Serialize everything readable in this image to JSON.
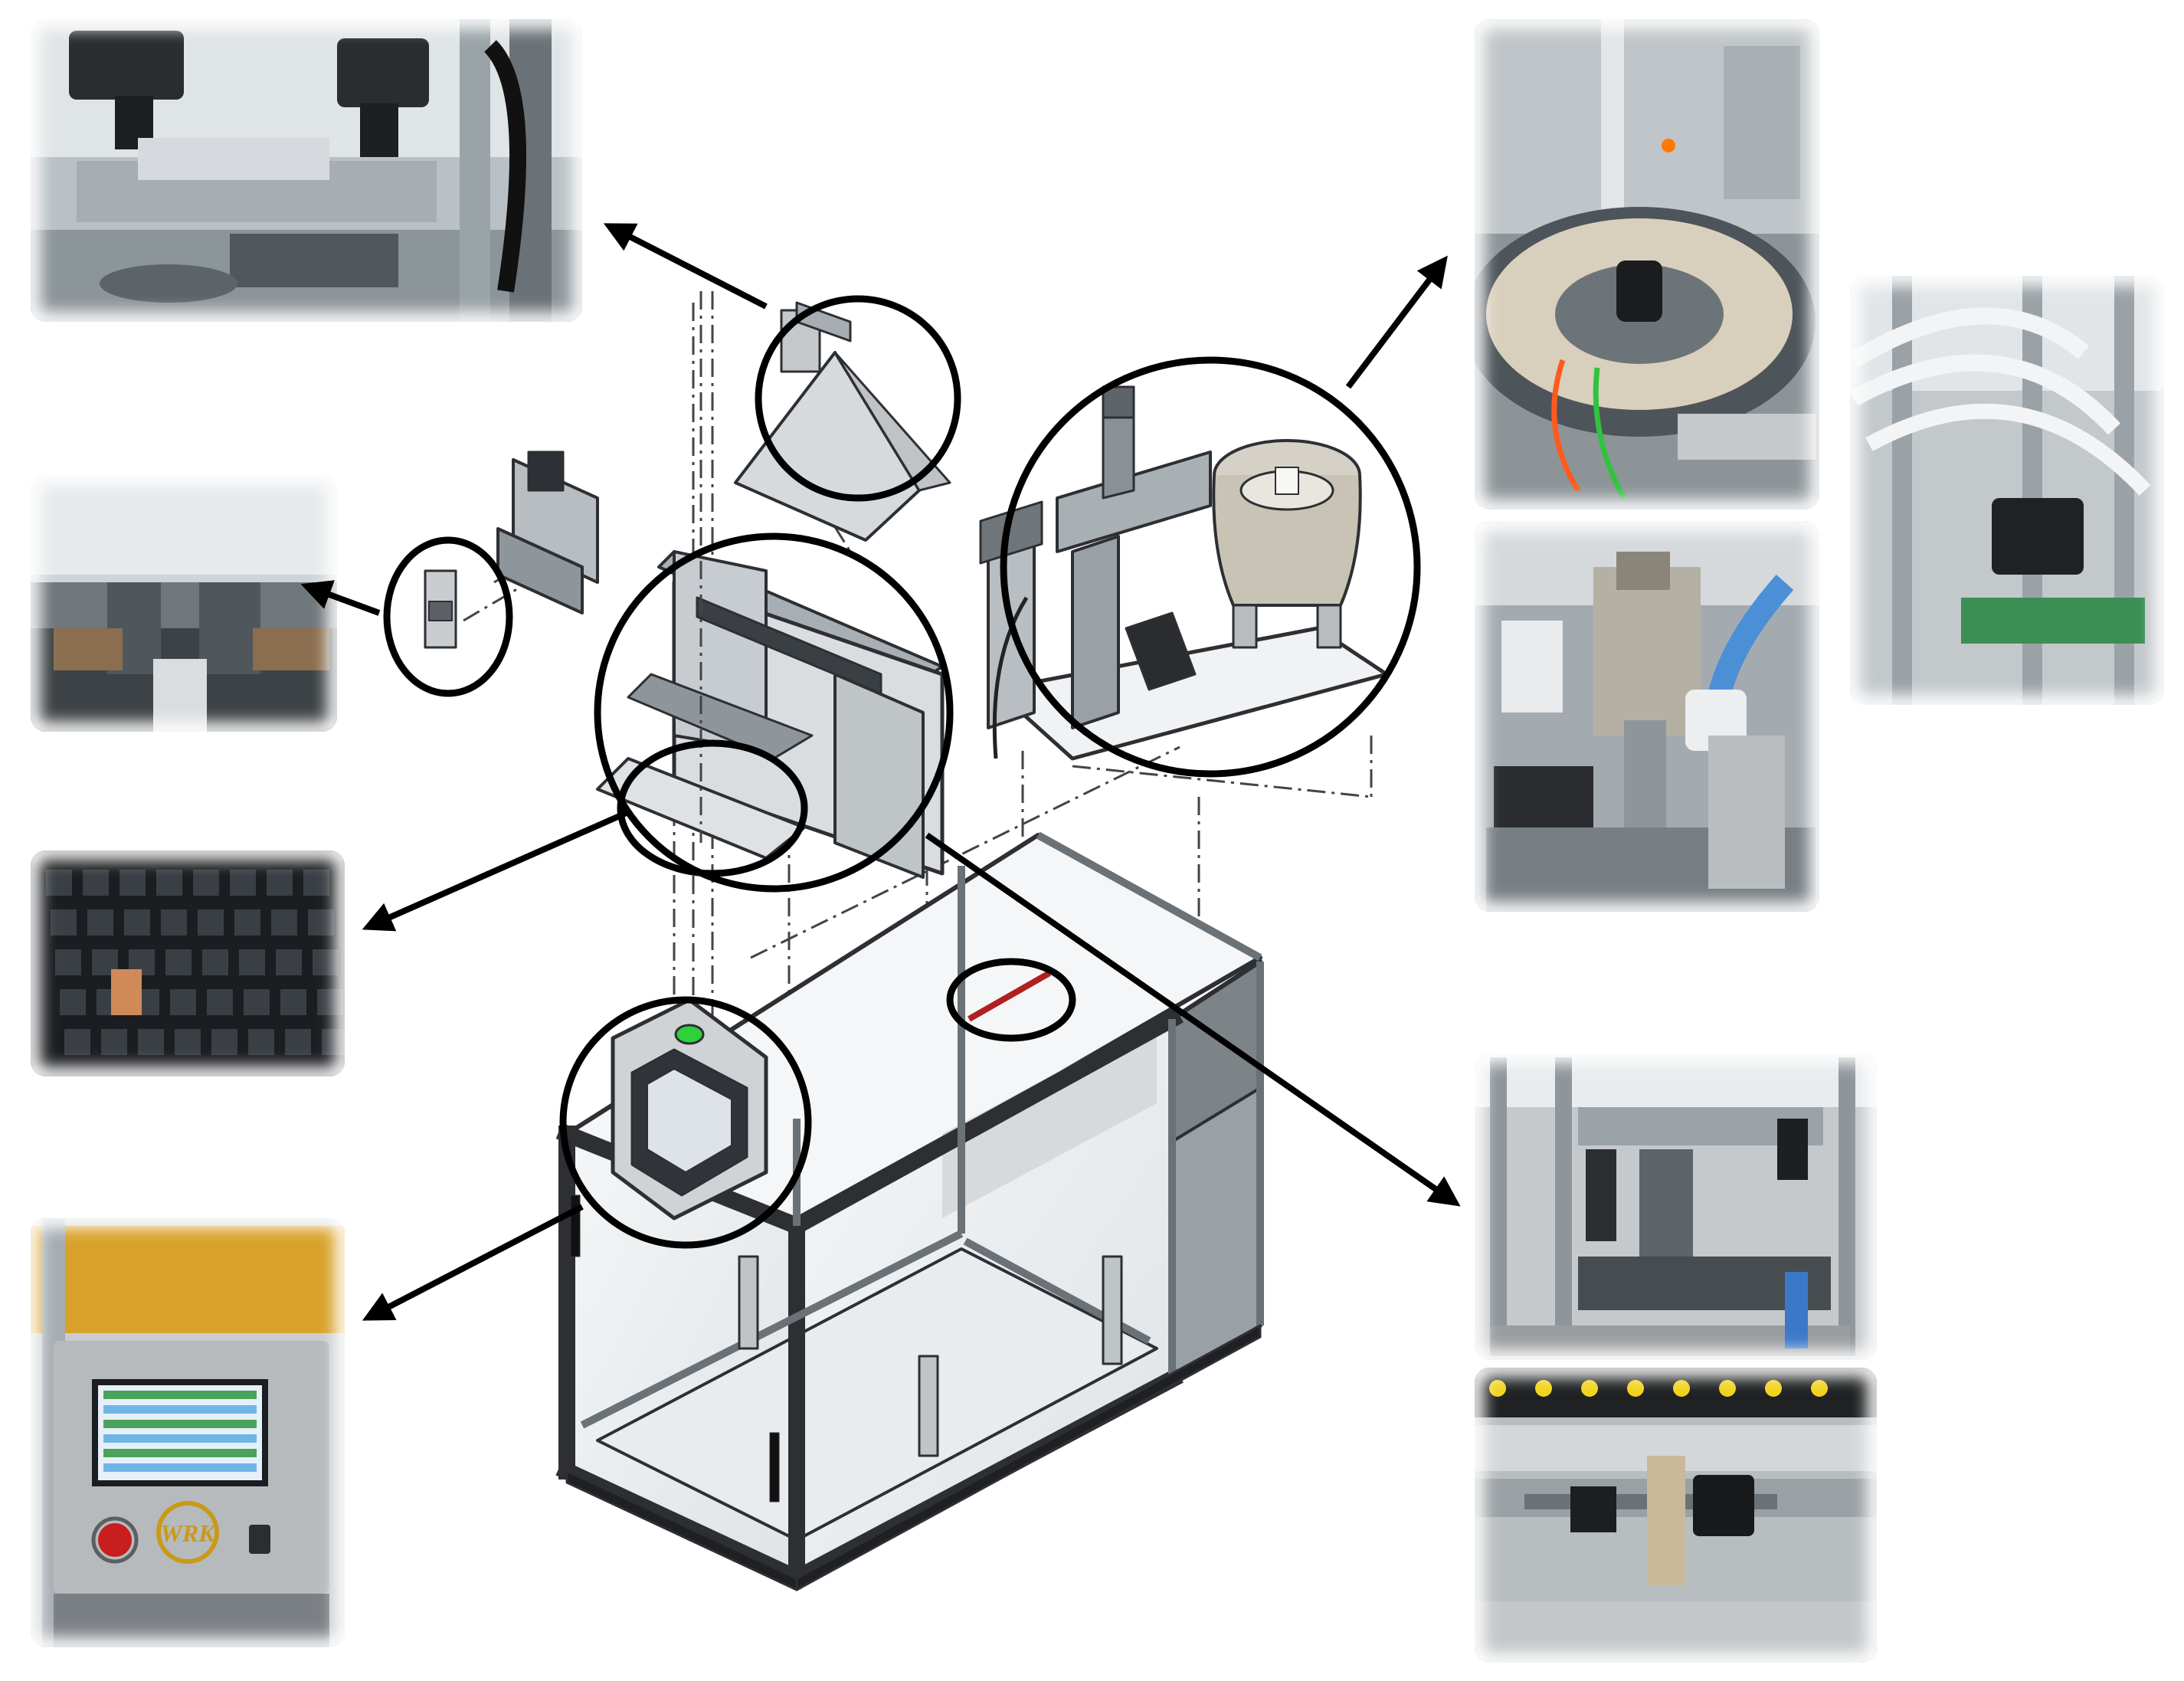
{
  "figure": {
    "description_free": true,
    "callouts": [
      {
        "id": "camera-inspection-station",
        "circle": "top-hopper"
      },
      {
        "id": "gripper-closeup",
        "circle": "gripper"
      },
      {
        "id": "pallet-tray",
        "circle": "tray"
      },
      {
        "id": "hmi-control-panel",
        "circle": "hmi"
      },
      {
        "id": "vibratory-feeder",
        "circle": "feeder"
      },
      {
        "id": "pneumatic-lines",
        "circle": "feeder"
      },
      {
        "id": "pick-and-place-cylinder",
        "circle": "feeder"
      },
      {
        "id": "assembled-cell",
        "circle": "frame"
      },
      {
        "id": "linear-axis-drive",
        "circle": "frame"
      }
    ],
    "hmi_logo_text": "WRK"
  },
  "colors": {
    "frame": "#2e2f33",
    "panel": "#d9dde0",
    "glass": "#eef1f3",
    "arrow": "#000000",
    "hmi_button": "#2fd13a",
    "stop_button": "#c81e1e",
    "hmi_bezel": "#c89a1a"
  }
}
